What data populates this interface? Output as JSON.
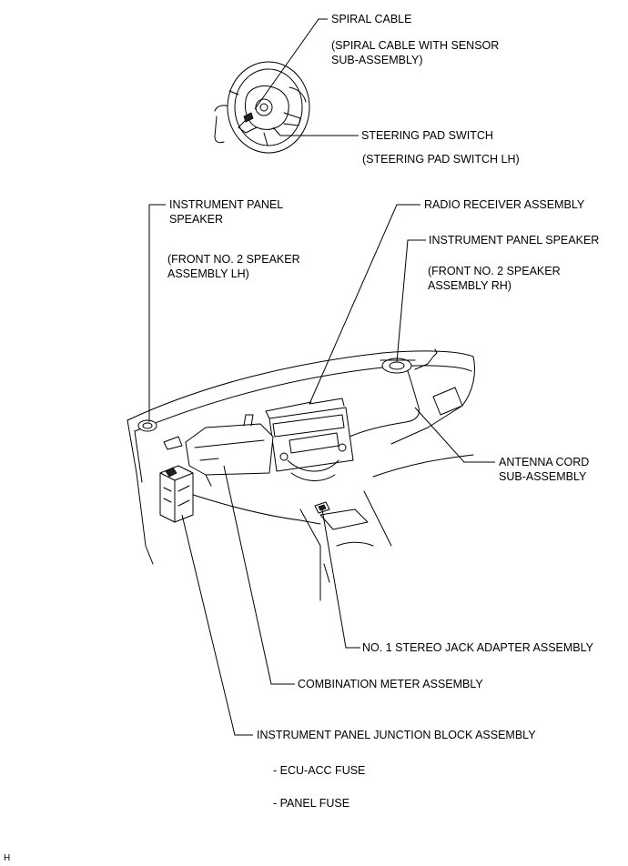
{
  "labels": {
    "spiral_cable": "SPIRAL CABLE",
    "spiral_cable_sub1": "(SPIRAL CABLE WITH SENSOR",
    "spiral_cable_sub2": "SUB-ASSEMBLY)",
    "steering_pad_switch": "STEERING PAD SWITCH",
    "steering_pad_switch_sub": "(STEERING PAD SWITCH LH)",
    "ip_speaker_lh_1": "INSTRUMENT PANEL",
    "ip_speaker_lh_2": "SPEAKER",
    "ip_speaker_lh_sub1": "(FRONT NO. 2 SPEAKER",
    "ip_speaker_lh_sub2": "ASSEMBLY LH)",
    "radio_receiver": "RADIO RECEIVER ASSEMBLY",
    "ip_speaker_rh": "INSTRUMENT PANEL SPEAKER",
    "ip_speaker_rh_sub1": "(FRONT NO. 2 SPEAKER",
    "ip_speaker_rh_sub2": "ASSEMBLY RH)",
    "antenna_cord_1": "ANTENNA CORD",
    "antenna_cord_2": "SUB-ASSEMBLY",
    "stereo_jack": "NO. 1 STEREO JACK ADAPTER ASSEMBLY",
    "combination_meter": "COMBINATION METER ASSEMBLY",
    "junction_block": "INSTRUMENT PANEL JUNCTION BLOCK ASSEMBLY",
    "fuse_1": "- ECU-ACC FUSE",
    "fuse_2": "- PANEL FUSE",
    "corner_mark": "H"
  }
}
